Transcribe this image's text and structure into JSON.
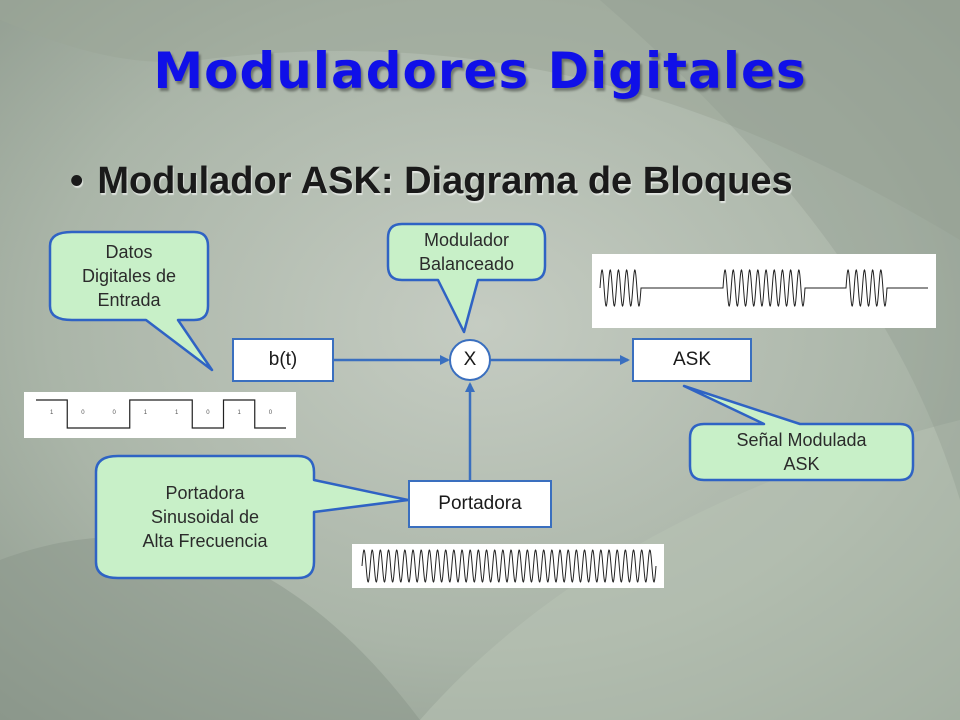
{
  "slide": {
    "title": "Moduladores Digitales",
    "bullet_symbol": "•",
    "bullet": "Modulador ASK: Diagrama de Bloques"
  },
  "blocks": {
    "input": "b(t)",
    "multiplier": "X",
    "output": "ASK",
    "carrier": "Portadora"
  },
  "callouts": {
    "datos": [
      "Datos",
      "Digitales de",
      "Entrada"
    ],
    "modulador": [
      "Modulador",
      "Balanceado"
    ],
    "senal": [
      "Señal Modulada",
      "ASK"
    ],
    "portadora": [
      "Portadora",
      "Sinusoidal de",
      "Alta Frecuencia"
    ]
  },
  "bit_sequence": [
    "1",
    "0",
    "0",
    "1",
    "1",
    "0",
    "1",
    "0"
  ],
  "colors": {
    "title": "#1010e8",
    "block_border": "#3a6fbf",
    "arrow": "#3a6fbf",
    "callout_fill": "#c8f0c8",
    "callout_border": "#2f63c4",
    "background": "#a8b4a6"
  }
}
